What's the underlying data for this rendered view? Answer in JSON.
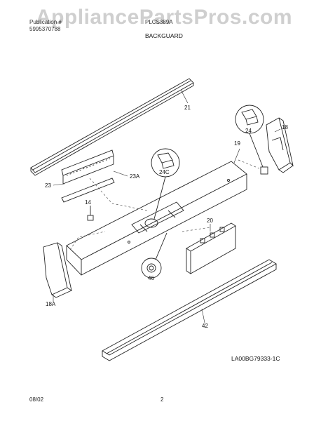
{
  "watermark": "AppliancePartsPros.com",
  "header": {
    "line1_left": "Publication #",
    "line1_right": "PLCS389A",
    "line2_left": "5995370788",
    "line2_right": "",
    "section_title": "BACKGUARD"
  },
  "callouts": [
    "21",
    "24",
    "18",
    "19",
    "23A",
    "23",
    "24C",
    "14",
    "20",
    "18A",
    "46",
    "42"
  ],
  "drawing_id": "LA00BG79333-1C",
  "footer": {
    "date": "08/02",
    "page": "2"
  }
}
